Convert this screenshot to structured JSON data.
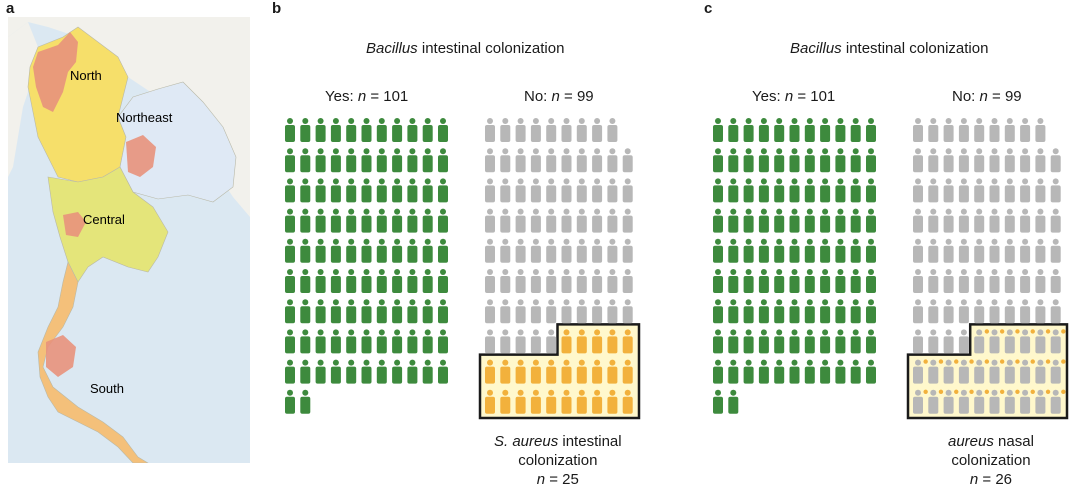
{
  "panel_a": {
    "letter": "a",
    "regions": [
      {
        "name": "North",
        "color": "#f6df6a"
      },
      {
        "name": "Northeast",
        "color": "#dfe9f5"
      },
      {
        "name": "Central",
        "color": "#e4e57a"
      },
      {
        "name": "South",
        "color": "#f4c07a"
      }
    ],
    "highlight_color": "#e8927c",
    "sea_color": "#dbe8f2",
    "land_color": "#f2f1ec"
  },
  "panel_b": {
    "letter": "b",
    "title_italic": "Bacillus",
    "title_rest": " intestinal colonization",
    "yes_label": "Yes: ",
    "yes_n_label": "n",
    "yes_value": " = 101",
    "no_label": "No: ",
    "no_n_label": "n",
    "no_value": " = 99",
    "yes_count": 101,
    "no_count": 99,
    "highlight_count": 25,
    "highlight_style": "filled",
    "caption_italic": "S. aureus",
    "caption_rest": " intestinal",
    "caption_line2": "colonization",
    "caption_n": "n",
    "caption_value": " = 25"
  },
  "panel_c": {
    "letter": "c",
    "title_italic": "Bacillus",
    "title_rest": " intestinal colonization",
    "yes_label": "Yes: ",
    "yes_n_label": "n",
    "yes_value": " = 101",
    "no_label": "No: ",
    "no_n_label": "n",
    "no_value": " = 99",
    "yes_count": 101,
    "no_count": 99,
    "highlight_count": 26,
    "highlight_style": "dotted",
    "caption_italic": "aureus",
    "caption_rest": " nasal",
    "caption_line2": "colonization",
    "caption_n": "n",
    "caption_value": " = 26"
  },
  "colors": {
    "yes_person": "#3d8a3d",
    "no_person": "#b7b7b7",
    "highlight_person": "#f2b13c",
    "highlight_bg": "#fff8cc",
    "highlight_dot": "#f2b13c",
    "box_border": "#1a1a1a"
  }
}
